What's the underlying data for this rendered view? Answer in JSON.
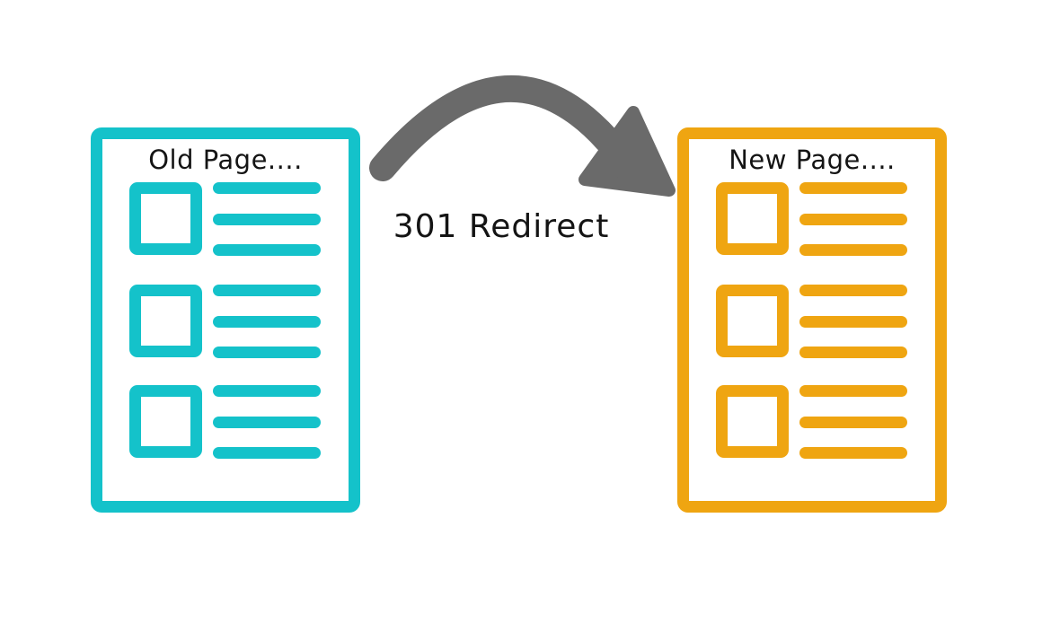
{
  "colors": {
    "background": "#ffffff",
    "old_page": "#14c2ca",
    "new_page": "#efa511",
    "arrow": "#6a6a6a",
    "text": "#141414"
  },
  "old_page": {
    "title": "Old Page...."
  },
  "new_page": {
    "title": "New Page...."
  },
  "arrow": {
    "label": "301 Redirect"
  },
  "structure": {
    "rows_per_page": 3,
    "lines_per_row": 3
  }
}
